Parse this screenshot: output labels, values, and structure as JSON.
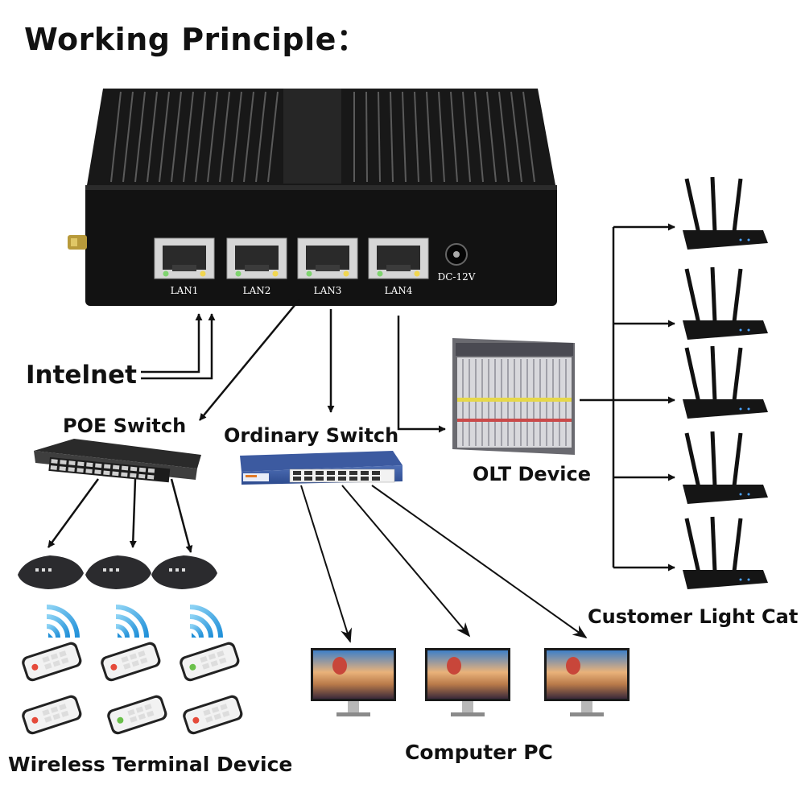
{
  "title": "Working Principle：",
  "mini_pc": {
    "ports": [
      "LAN1",
      "LAN2",
      "LAN3",
      "LAN4"
    ],
    "power_label": "DC-12V"
  },
  "labels": {
    "internet": "Intelnet",
    "poe_switch": "POE Switch",
    "ordinary_switch": "Ordinary Switch",
    "olt_device": "OLT Device",
    "customer_light_cat": "Customer Light Cat",
    "computer_pc": "Computer PC",
    "wireless_terminal_device": "Wireless Terminal Device"
  },
  "counts": {
    "access_points": 3,
    "phones": 6,
    "monitors": 3,
    "routers": 5
  }
}
